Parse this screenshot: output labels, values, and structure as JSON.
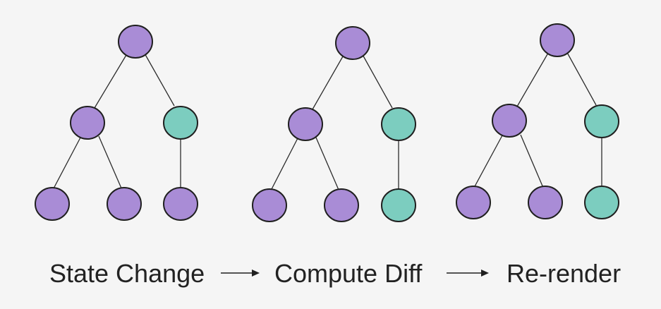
{
  "labels": {
    "step1": "State Change",
    "step2": "Compute Diff",
    "step3": "Re-render"
  },
  "colors": {
    "default_node": "#a98cd6",
    "changed_node": "#7ccdbf",
    "edge": "#2b2b2b"
  },
  "trees": [
    {
      "name": "state-change",
      "nodes": [
        {
          "id": "root",
          "color": "default"
        },
        {
          "id": "left",
          "color": "default"
        },
        {
          "id": "right",
          "color": "changed"
        },
        {
          "id": "left-left",
          "color": "default"
        },
        {
          "id": "left-right",
          "color": "default"
        },
        {
          "id": "right-child",
          "color": "default"
        }
      ]
    },
    {
      "name": "compute-diff",
      "nodes": [
        {
          "id": "root",
          "color": "default"
        },
        {
          "id": "left",
          "color": "default"
        },
        {
          "id": "right",
          "color": "changed"
        },
        {
          "id": "left-left",
          "color": "default"
        },
        {
          "id": "left-right",
          "color": "default"
        },
        {
          "id": "right-child",
          "color": "changed"
        }
      ]
    },
    {
      "name": "re-render",
      "nodes": [
        {
          "id": "root",
          "color": "default"
        },
        {
          "id": "left",
          "color": "default"
        },
        {
          "id": "right",
          "color": "changed"
        },
        {
          "id": "left-left",
          "color": "default"
        },
        {
          "id": "left-right",
          "color": "default"
        },
        {
          "id": "right-child",
          "color": "changed"
        }
      ]
    }
  ]
}
